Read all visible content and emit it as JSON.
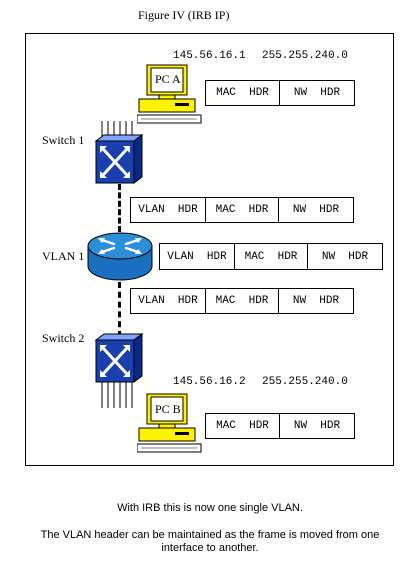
{
  "figure": {
    "title": "Figure IV (IRB IP)",
    "pc_a": {
      "label": "PC A",
      "ip": "145.56.16.1",
      "mask": "255.255.240.0",
      "frame": [
        "MAC  HDR",
        "NW  HDR"
      ]
    },
    "switch1": {
      "label": "Switch 1"
    },
    "link_upper_frame": [
      "VLAN  HDR",
      "MAC  HDR",
      "NW  HDR"
    ],
    "router": {
      "label": "VLAN 1",
      "frame": [
        "VLAN  HDR",
        "MAC  HDR",
        "NW  HDR"
      ]
    },
    "link_lower_frame": [
      "VLAN  HDR",
      "MAC  HDR",
      "NW  HDR"
    ],
    "switch2": {
      "label": "Switch 2"
    },
    "pc_b": {
      "label": "PC B",
      "ip": "145.56.16.2",
      "mask": "255.255.240.0",
      "frame": [
        "MAC  HDR",
        "NW  HDR"
      ]
    }
  },
  "captions": {
    "line1": "With IRB this is now one single VLAN.",
    "line2a": "The VLAN header can be maintained as the frame is moved from one",
    "line2b": "interface to another."
  },
  "colors": {
    "switch_blue": "#1a3fb0",
    "router_blue": "#2a8fd8",
    "pc_yellow": "#fff200"
  }
}
